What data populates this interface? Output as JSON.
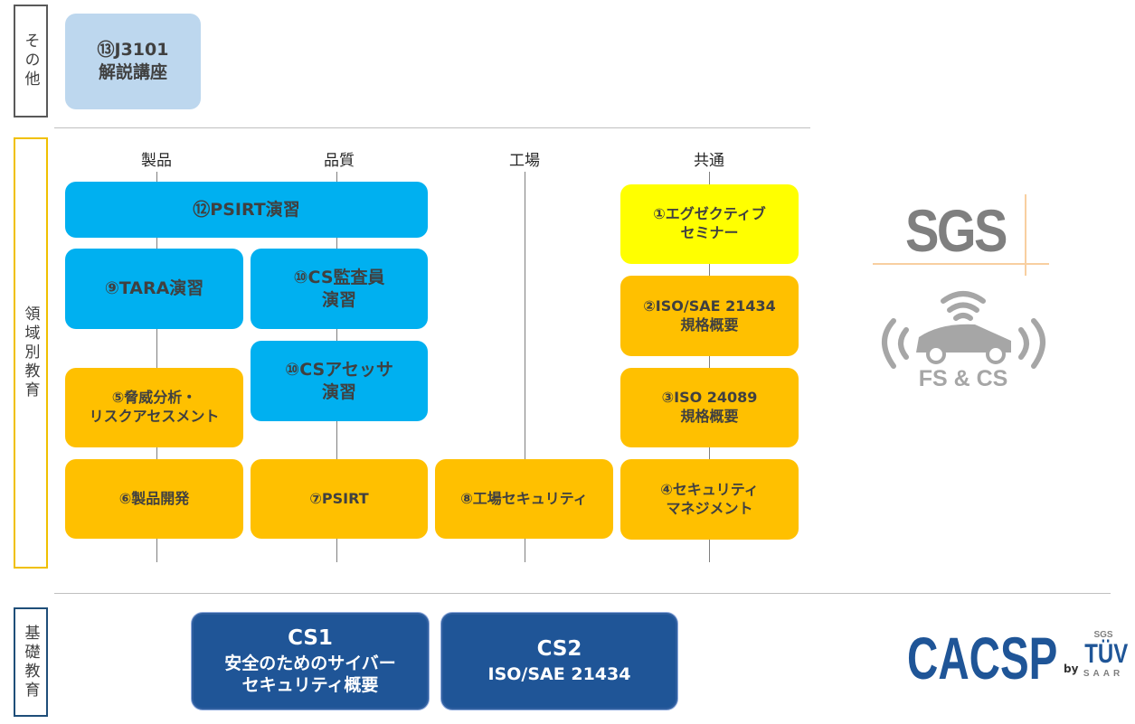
{
  "side_labels": {
    "other": "その他",
    "domain": "領域別教育",
    "basic": "基礎教育"
  },
  "columns": [
    "製品",
    "品質",
    "工場",
    "共通"
  ],
  "boxes": {
    "j3101": [
      "⑬J3101",
      "解説講座"
    ],
    "psirt_ex": [
      "⑫PSIRT演習"
    ],
    "tara": [
      "⑨TARA演習"
    ],
    "auditor": [
      "⑩CS監査員",
      "演習"
    ],
    "assessor": [
      "⑩CSアセッサ",
      "演習"
    ],
    "threat": [
      "⑤脅威分析・",
      "リスクアセスメント"
    ],
    "dev": [
      "⑥製品開発"
    ],
    "psirt": [
      "⑦PSIRT"
    ],
    "factory": [
      "⑧工場セキュリティ"
    ],
    "exec": [
      "①エグゼクティブ",
      "セミナー"
    ],
    "iso21434": [
      "②ISO/SAE 21434",
      "規格概要"
    ],
    "iso24089": [
      "③ISO 24089",
      "規格概要"
    ],
    "mgmt": [
      "④セキュリティ",
      "マネジメント"
    ],
    "cs1": [
      "CS1",
      "安全のためのサイバー",
      "セキュリティ概要"
    ],
    "cs2": [
      "CS2",
      "ISO/SAE 21434"
    ]
  },
  "logos": {
    "sgs": "SGS",
    "fscs": "FS & CS",
    "cacsp": "CACSP",
    "by": "by",
    "tuv_top": "SGS",
    "tuv": "TÜV",
    "tuv_bottom": "SAAR"
  },
  "colors": {
    "orange": "#ffc000",
    "cyan": "#00b0f0",
    "yellow": "#ffff00",
    "light_blue": "#bdd7ee",
    "dark_blue": "#1f5597"
  }
}
